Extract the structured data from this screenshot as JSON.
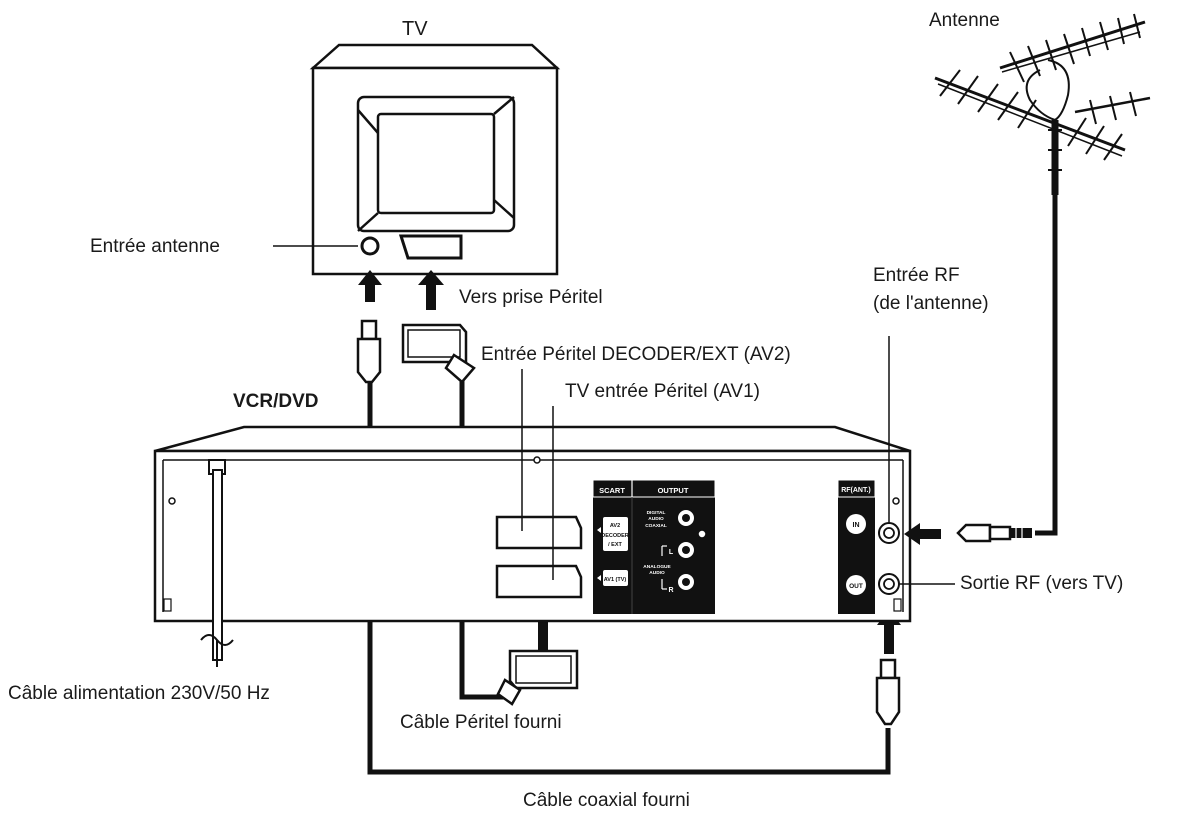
{
  "labels": {
    "tv": "TV",
    "antenna": "Antenne",
    "antenna_input": "Entrée antenne",
    "to_scart": "Vers prise Péritel",
    "rf_in_line1": "Entrée RF",
    "rf_in_line2": "(de l'antenne)",
    "scart_av2": "Entrée Péritel DECODER/EXT (AV2)",
    "device": "VCR/DVD",
    "scart_av1": "TV entrée Péritel (AV1)",
    "rf_out": "Sortie RF (vers TV)",
    "power_cable": "Câble alimentation 230V/50 Hz",
    "scart_cable": "Câble Péritel fourni",
    "coax_cable": "Câble coaxial fourni"
  },
  "panel": {
    "scart_header": "SCART",
    "output_header": "OUTPUT",
    "av2_line1": "AV2",
    "av2_line2": "(DECODER)",
    "av2_line3": "/ EXT",
    "av1": "AV1 (TV)",
    "digital_line1": "DIGITAL",
    "digital_line2": "AUDIO",
    "digital_line3": "COAXIAL",
    "analogue_line1": "ANALOGUE",
    "analogue_line2": "AUDIO",
    "left": "L",
    "right": "R",
    "rf_header": "RF(ANT.)",
    "in": "IN",
    "out": "OUT"
  }
}
